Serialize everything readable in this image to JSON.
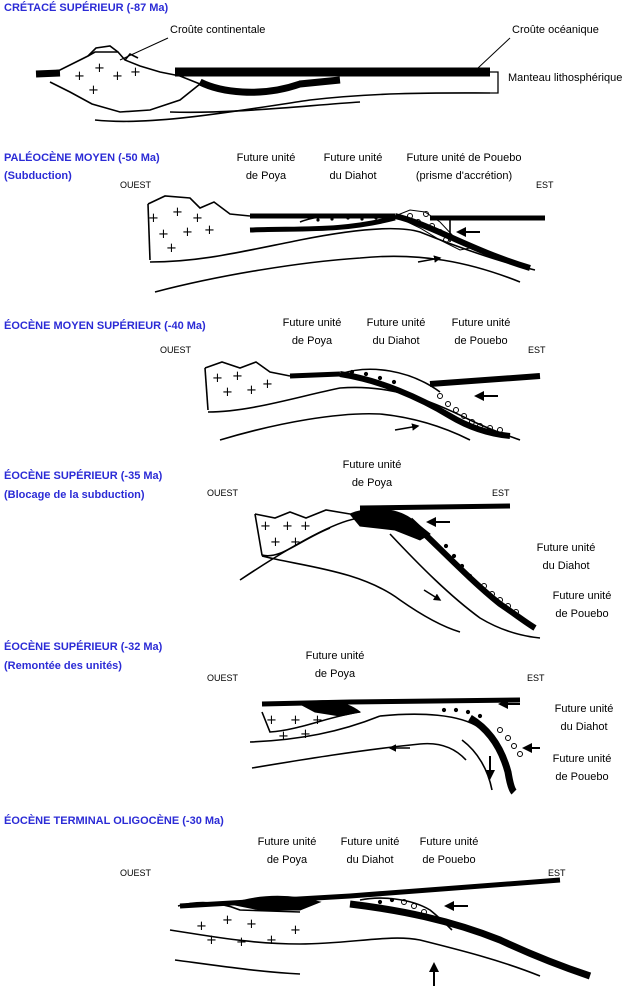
{
  "colors": {
    "title": "#2b2bd6",
    "ink": "#000000"
  },
  "panel1": {
    "title": "CRÉTACÉ SUPÉRIEUR (-87 Ma)",
    "croute_continentale": "Croûte continentale",
    "croute_oceanique": "Croûte océanique",
    "manteau": "Manteau lithosphérique"
  },
  "panel2": {
    "title": "PALÉOCÈNE MOYEN (-50 Ma)",
    "subtitle": "(Subduction)",
    "ouest": "OUEST",
    "est": "EST",
    "poya_l1": "Future unité",
    "poya_l2": "de Poya",
    "diahot_l1": "Future unité",
    "diahot_l2": "du Diahot",
    "pouebo_l1": "Future unité de Pouebo",
    "pouebo_l2": "(prisme d'accrétion)"
  },
  "panel3": {
    "title": "ÉOCÈNE MOYEN SUPÉRIEUR (-40 Ma)",
    "ouest": "OUEST",
    "est": "EST",
    "poya_l1": "Future unité",
    "poya_l2": "de Poya",
    "diahot_l1": "Future unité",
    "diahot_l2": "du Diahot",
    "pouebo_l1": "Future unité",
    "pouebo_l2": "de Pouebo"
  },
  "panel4": {
    "title": "ÉOCÈNE SUPÉRIEUR (-35 Ma)",
    "subtitle": "(Blocage de la subduction)",
    "ouest": "OUEST",
    "est": "EST",
    "poya_l1": "Future unité",
    "poya_l2": "de Poya",
    "diahot_l1": "Future unité",
    "diahot_l2": "du Diahot",
    "pouebo_l1": "Future unité",
    "pouebo_l2": "de Pouebo"
  },
  "panel5": {
    "title": "ÉOCÈNE SUPÉRIEUR (-32 Ma)",
    "subtitle": "(Remontée des unités)",
    "ouest": "OUEST",
    "est": "EST",
    "poya_l1": "Future unité",
    "poya_l2": "de Poya",
    "diahot_l1": "Future unité",
    "diahot_l2": "du Diahot",
    "pouebo_l1": "Future unité",
    "pouebo_l2": "de Pouebo"
  },
  "panel6": {
    "title": "ÉOCÈNE TERMINAL  OLIGOCÈNE (-30 Ma)",
    "ouest": "OUEST",
    "est": "EST",
    "poya_l1": "Future unité",
    "poya_l2": "de Poya",
    "diahot_l1": "Future unité",
    "diahot_l2": "du Diahot",
    "pouebo_l1": "Future unité",
    "pouebo_l2": "de Pouebo"
  }
}
